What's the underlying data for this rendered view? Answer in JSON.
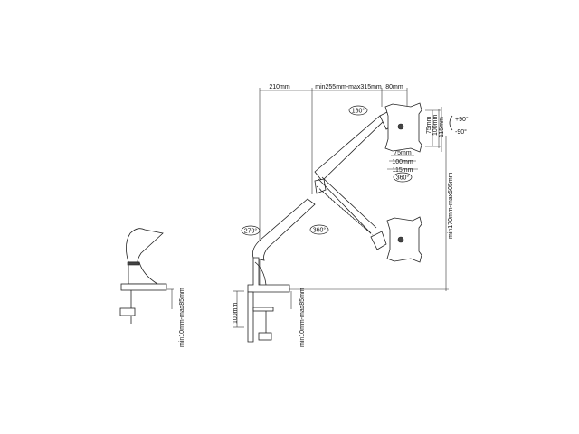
{
  "dimensions": {
    "arm_base_offset": "210mm",
    "arm_reach": "min255mm-max315mm",
    "head_offset": "80mm",
    "height_range": "min170mm-max505mm",
    "clamp_side_range": "min10mm-max85mm",
    "clamp_range": "min10mm-max85mm",
    "clamp_height": "100mm",
    "vesa_v_75": "75mm",
    "vesa_v_100": "100mm",
    "vesa_v_115": "115mm",
    "vesa_h_75": "75mm",
    "vesa_h_100": "100mm",
    "vesa_h_115": "115mm"
  },
  "rotations": {
    "head_swivel": "180°",
    "plate_rotation": "360°",
    "tilt_up": "+90°",
    "tilt_down": "-90°",
    "base_swivel": "270°",
    "arm_swivel": "360°"
  }
}
